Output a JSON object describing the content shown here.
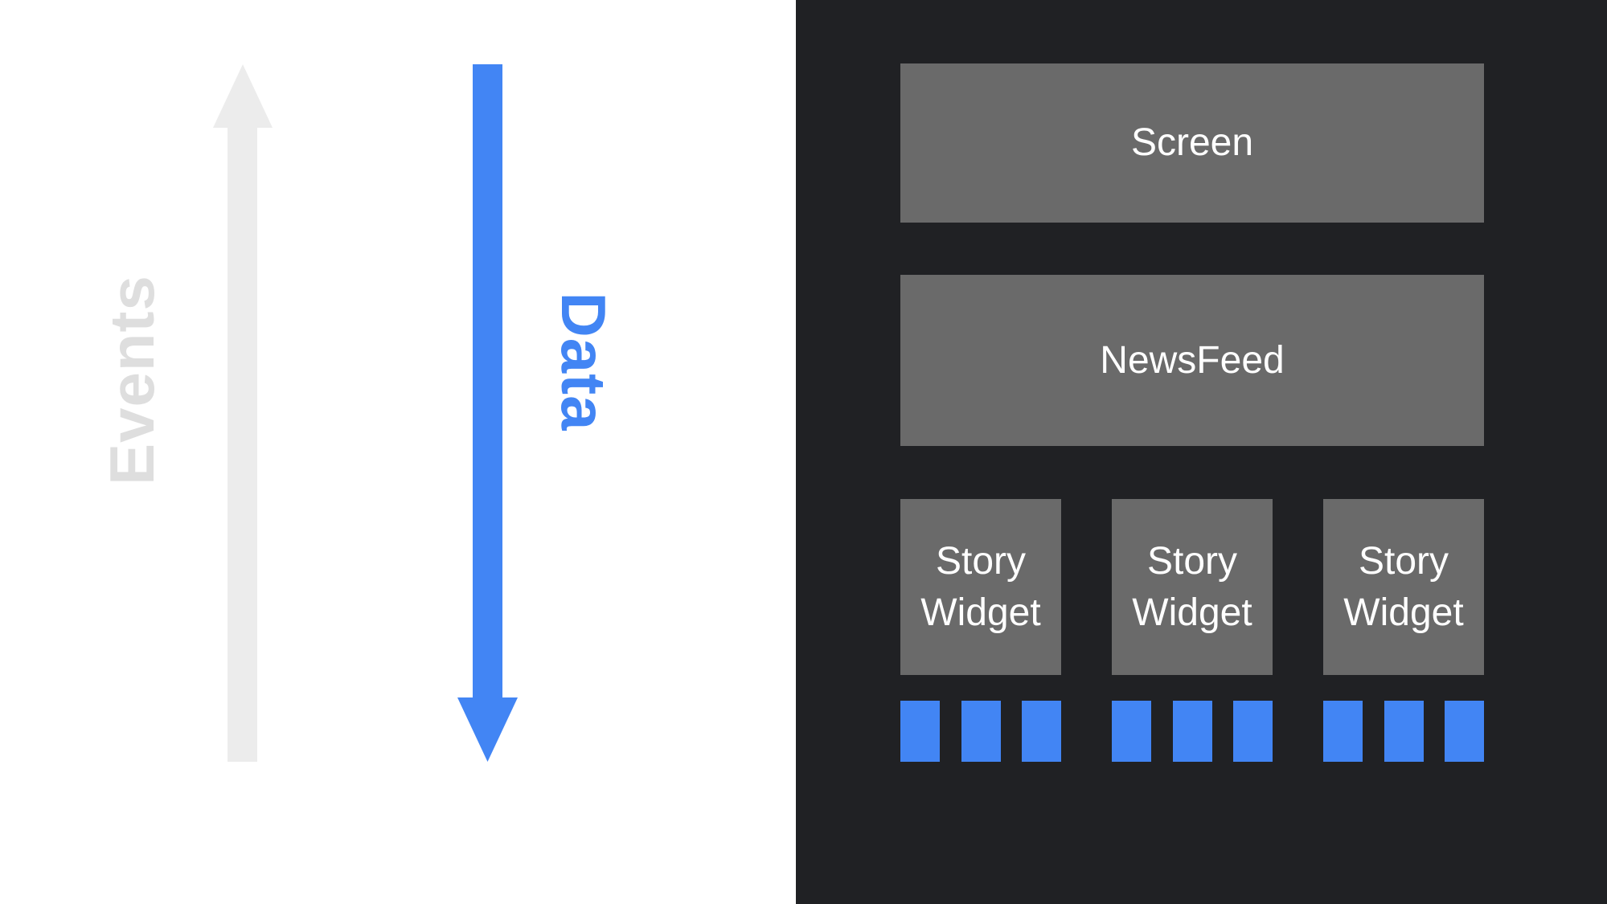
{
  "colors": {
    "white": "#ffffff",
    "dark_bg": "#202124",
    "box_gray": "#6a6a6a",
    "arrow_gray": "#ececec",
    "events_gray": "#dedede",
    "blue": "#4285f4"
  },
  "left_panel": {
    "events_label": "Events",
    "data_label": "Data"
  },
  "right_panel": {
    "screen_box": {
      "label": "Screen"
    },
    "newsfeed_box": {
      "label": "NewsFeed"
    },
    "story_widgets": [
      {
        "label": "Story Widget",
        "block_count": 3
      },
      {
        "label": "Story Widget",
        "block_count": 3
      },
      {
        "label": "Story Widget",
        "block_count": 3
      }
    ]
  }
}
